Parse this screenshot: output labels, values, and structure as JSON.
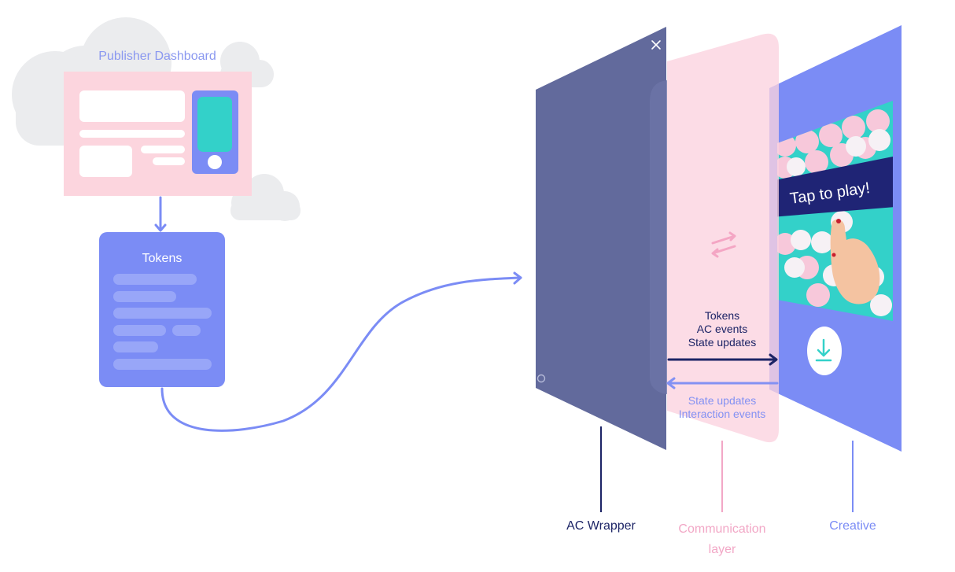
{
  "publisher_dashboard": {
    "title": "Publisher Dashboard"
  },
  "tokens_card": {
    "title": "Tokens"
  },
  "creative": {
    "banner": "Tap to play!"
  },
  "arrow_to_creative": {
    "lines": [
      "Tokens",
      "AC events",
      "State updates"
    ]
  },
  "arrow_to_wrapper": {
    "lines": [
      "State updates",
      "Interaction events"
    ]
  },
  "layers": {
    "wrapper": "AC Wrapper",
    "communication": [
      "Communication",
      "layer"
    ],
    "creative": "Creative"
  },
  "colors": {
    "wrapper": "#626a9c",
    "communication": "#fbd2df",
    "creative": "#7b8cf5",
    "navy": "#1c2466",
    "pink": "#f2a7c6",
    "teal": "#33d1c9",
    "cloud": "#ebecee"
  },
  "icons": [
    "close-icon",
    "swap-arrows-icon",
    "download-icon",
    "hand-icon"
  ]
}
